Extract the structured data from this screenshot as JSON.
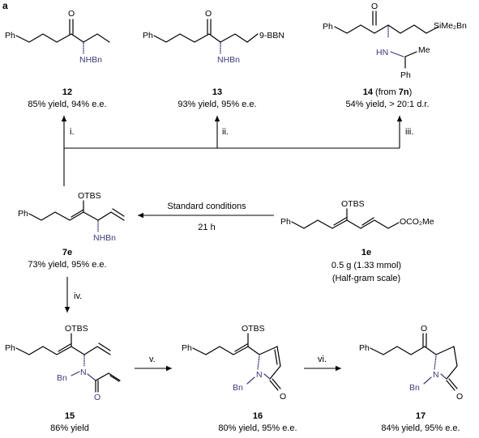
{
  "panel_label": "a",
  "compounds": {
    "c12": {
      "id": "12",
      "caption": "85% yield, 94% e.e.",
      "labels": {
        "ph": "Ph",
        "o": "O",
        "nhbn": "NHBn"
      }
    },
    "c13": {
      "id": "13",
      "caption": "93% yield, 95% e.e.",
      "labels": {
        "ph": "Ph",
        "o": "O",
        "nhbn": "NHBn",
        "bbn": "9-BBN"
      }
    },
    "c14": {
      "id": "14",
      "from_prefix": "(from ",
      "from_id": "7n",
      "from_suffix": ")",
      "caption": "54% yield, > 20:1 d.r.",
      "labels": {
        "ph": "Ph",
        "o": "O",
        "si": "SiMe₂Bn",
        "hn": "HN",
        "me": "Me",
        "ph2": "Ph"
      }
    },
    "c7e": {
      "id": "7e",
      "caption": "73% yield, 95% e.e.",
      "labels": {
        "ph": "Ph",
        "otbs": "OTBS",
        "nhbn": "NHBn"
      }
    },
    "c1e": {
      "id": "1e",
      "caption_lines": [
        "0.5 g (1.33 mmol)",
        "(Half-gram scale)"
      ],
      "labels": {
        "ph": "Ph",
        "otbs": "OTBS",
        "oco2me": "OCO₂Me"
      }
    },
    "c15": {
      "id": "15",
      "caption": "86% yield",
      "labels": {
        "ph": "Ph",
        "otbs": "OTBS",
        "bn": "Bn",
        "n": "N",
        "o": "O"
      }
    },
    "c16": {
      "id": "16",
      "caption": "80% yield, 95% e.e.",
      "labels": {
        "ph": "Ph",
        "otbs": "OTBS",
        "n": "N",
        "bn": "Bn",
        "o": "O"
      }
    },
    "c17": {
      "id": "17",
      "caption": "84% yield, 95% e.e.",
      "labels": {
        "ph": "Ph",
        "o": "O",
        "n": "N",
        "bn": "Bn",
        "o2": "O"
      }
    }
  },
  "arrows": {
    "main": {
      "above": "Standard conditions",
      "below": "21 h"
    },
    "step_i": "i.",
    "step_ii": "ii.",
    "step_iii": "iii.",
    "step_iv": "iv.",
    "step_v": "v.",
    "step_vi": "vi."
  }
}
